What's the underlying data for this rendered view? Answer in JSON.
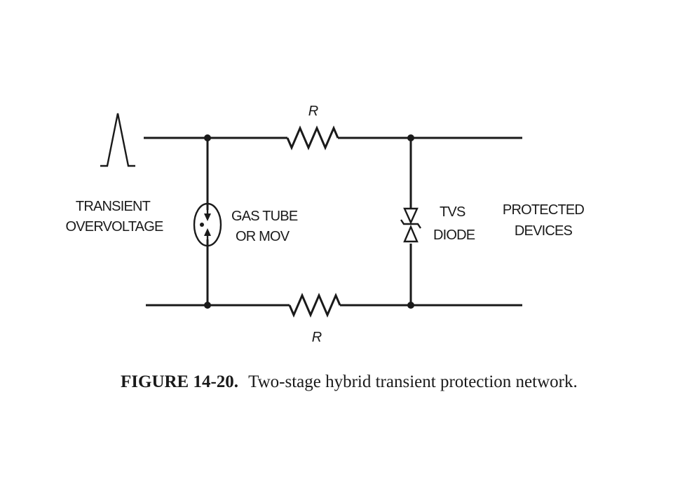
{
  "labels": {
    "input_line1": "TRANSIENT",
    "input_line2": "OVERVOLTAGE",
    "gas_line1": "GAS TUBE",
    "gas_line2": "OR MOV",
    "tvs_line1": "TVS",
    "tvs_line2": "DIODE",
    "output_line1": "PROTECTED",
    "output_line2": "DEVICES",
    "resistor_top": "R",
    "resistor_bottom": "R"
  },
  "caption": {
    "figure_number": "FIGURE 14-20.",
    "text": "Two-stage hybrid transient protection network."
  },
  "colors": {
    "line": "#1a1a1a",
    "background": "#ffffff"
  }
}
